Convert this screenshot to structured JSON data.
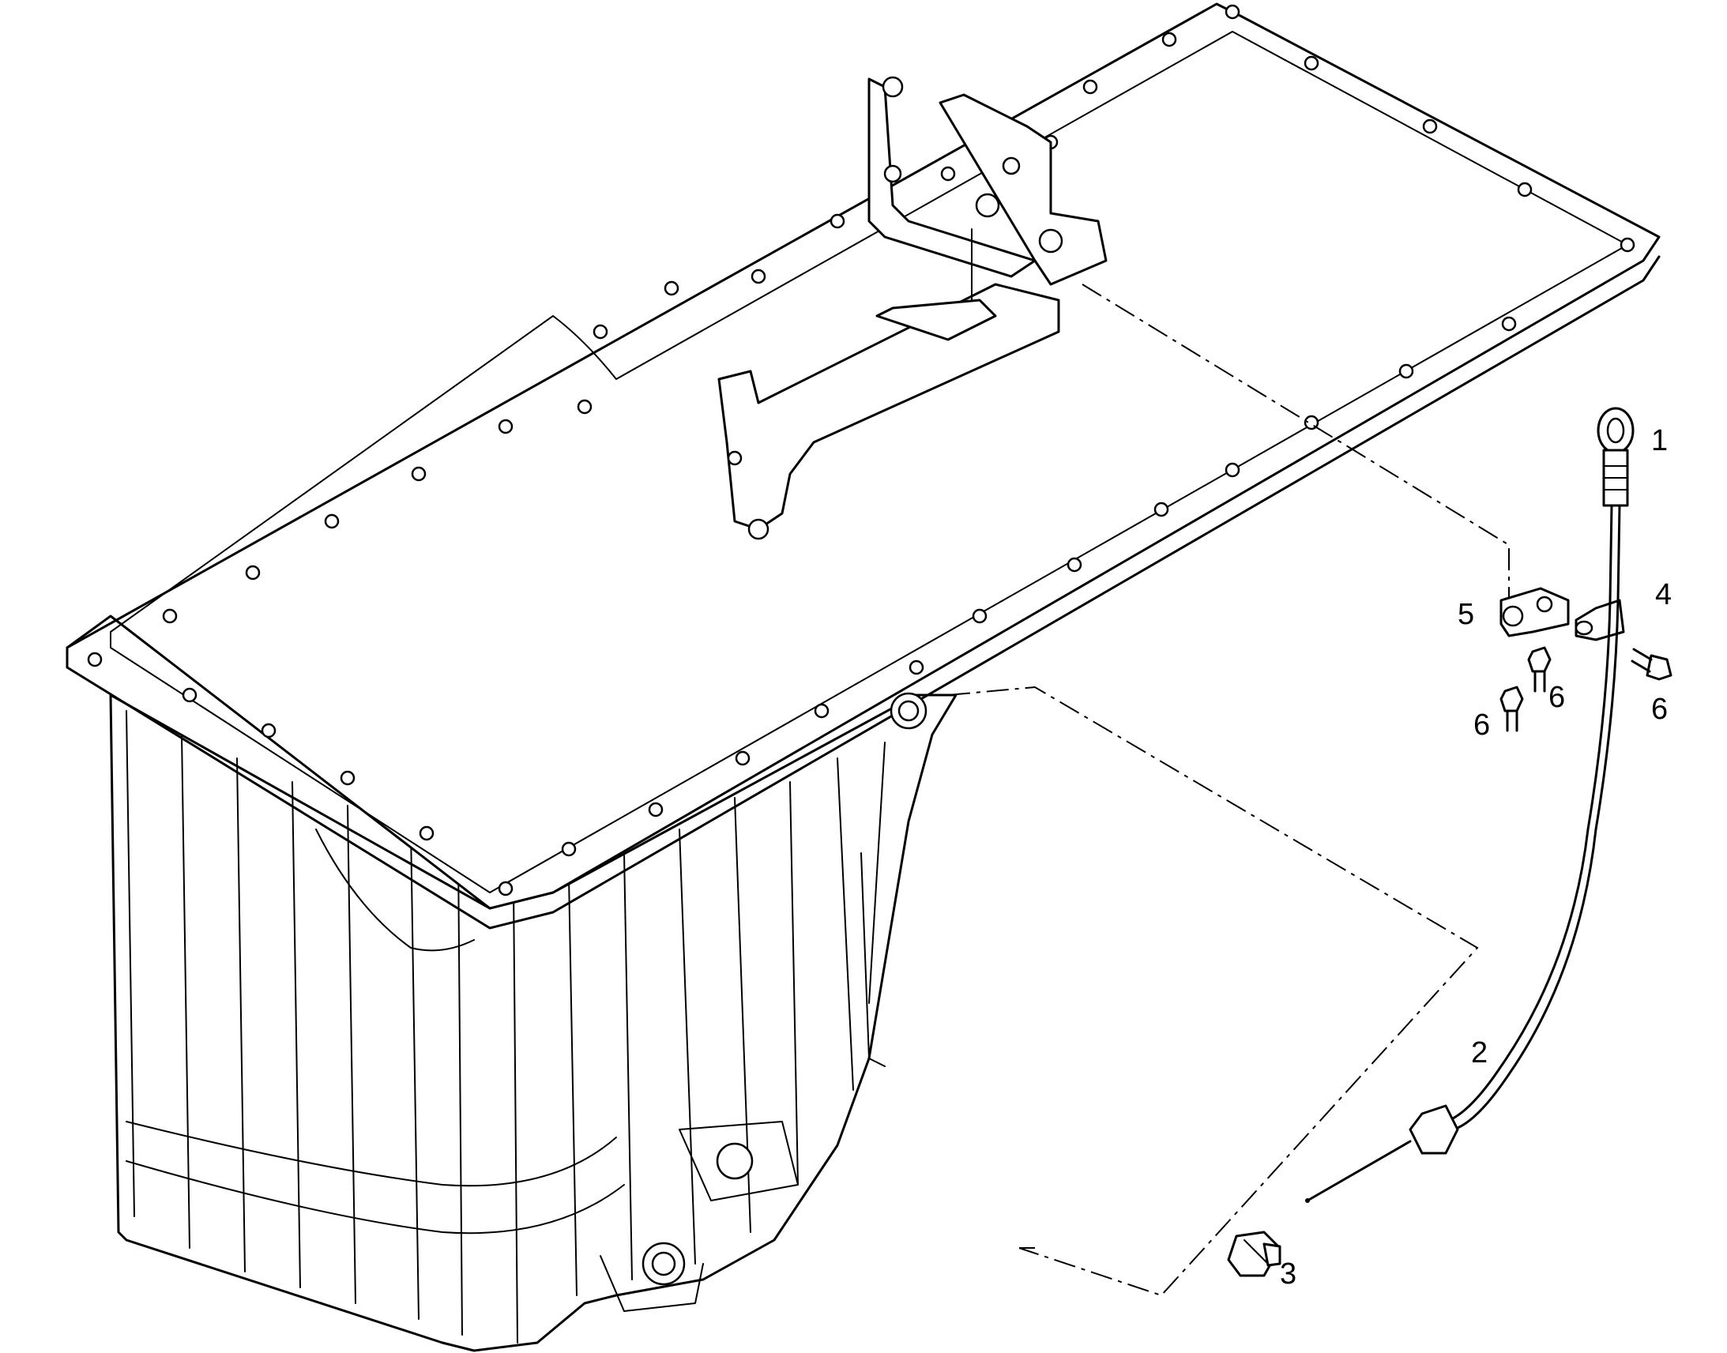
{
  "callouts": [
    {
      "id": "1",
      "label": "1"
    },
    {
      "id": "2",
      "label": "2"
    },
    {
      "id": "3",
      "label": "3"
    },
    {
      "id": "4",
      "label": "4"
    },
    {
      "id": "5",
      "label": "5"
    },
    {
      "id": "6a",
      "label": "6"
    },
    {
      "id": "6b",
      "label": "6"
    },
    {
      "id": "6c",
      "label": "6"
    }
  ],
  "colors": {
    "line": "#000000",
    "background": "#ffffff"
  }
}
